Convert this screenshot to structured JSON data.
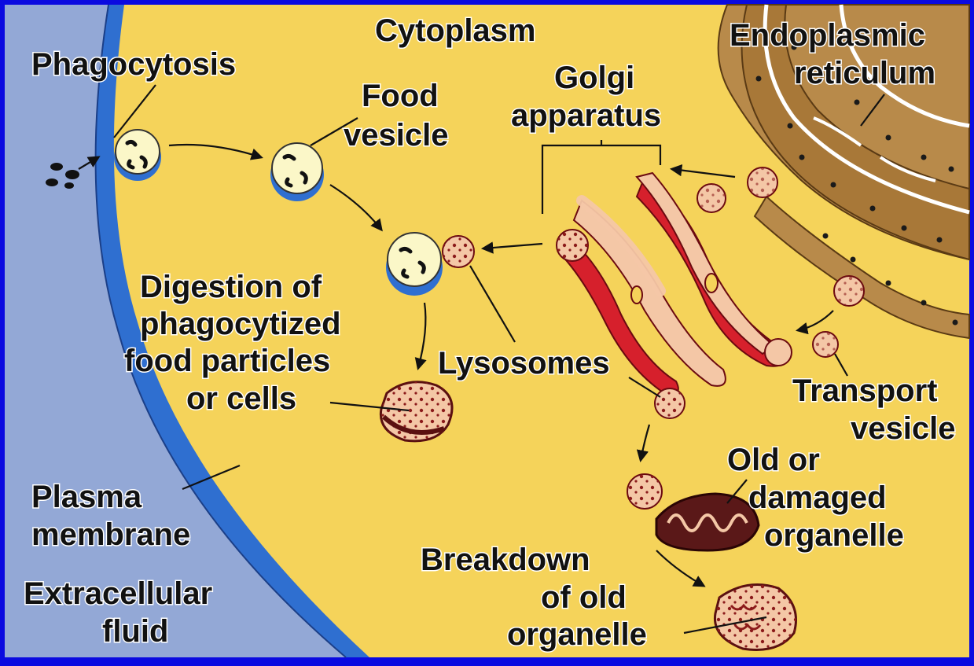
{
  "diagram": {
    "labels": {
      "cytoplasm": "Cytoplasm",
      "phagocytosis": "Phagocytosis",
      "food_vesicle": [
        "Food",
        "vesicle"
      ],
      "golgi": [
        "Golgi",
        "apparatus"
      ],
      "er": [
        "Endoplasmic",
        "reticulum"
      ],
      "digestion": [
        "Digestion of",
        "phagocytized",
        "food particles",
        "or cells"
      ],
      "lysosomes": "Lysosomes",
      "transport_vesicle": [
        "Transport",
        "vesicle"
      ],
      "old_organelle": [
        "Old or",
        "damaged",
        "organelle"
      ],
      "plasma_membrane": [
        "Plasma",
        "membrane"
      ],
      "extracellular_fluid": [
        "Extracellular",
        "fluid"
      ],
      "breakdown": [
        "Breakdown",
        "of old",
        "organelle"
      ]
    },
    "colors": {
      "background_border": "#0a0ae0",
      "extracellular": "#93a8d6",
      "membrane": "#2f6fd0",
      "cytoplasm": "#f5d35a",
      "golgi_red": "#d6202c",
      "vesicle_pink": "#f4c7a6",
      "er_brown": "#b88a4a",
      "food_vesicle_fill": "#fbf7c8"
    }
  }
}
